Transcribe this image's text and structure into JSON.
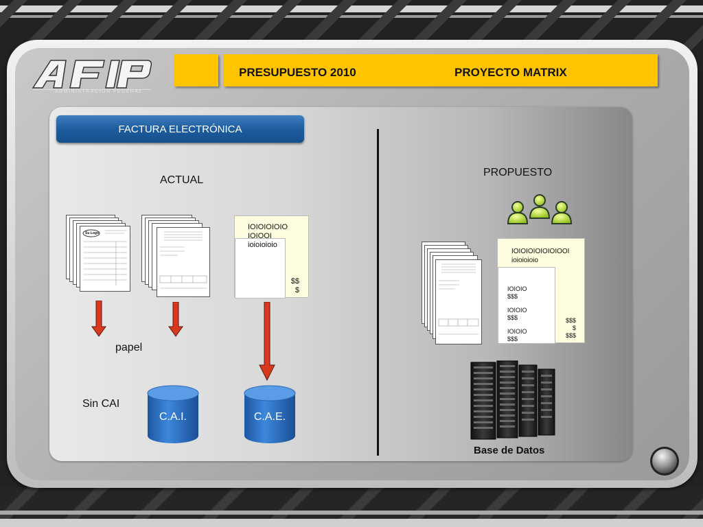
{
  "header": {
    "logo_text": "AFIP",
    "logo_subtitle": "ADMINISTRACION FEDERAL",
    "presupuesto": "PRESUPUESTO 2010",
    "proyecto": "PROYECTO MATRIX"
  },
  "tab_title": "FACTURA ELECTRÓNICA",
  "actual": {
    "label": "ACTUAL",
    "papel": "papel",
    "sin_cai": "Sin CAI",
    "cai": "C.A.I.",
    "cae": "C.A.E.",
    "doc_logo": "Su Logo",
    "electronic_doc": {
      "bits": "IOIOIOIOIO\nIOIOOI\nioioioioio",
      "amount": "$$\n$"
    }
  },
  "propuesto": {
    "label": "PROPUESTO",
    "electronic_doc": {
      "bits": "IOIOIOIOIOIOIOOI\nioioioioio",
      "rows": [
        {
          "code": "IOIOIO",
          "amount": "$$$"
        },
        {
          "code": "IOIOIO",
          "amount": "$$$"
        },
        {
          "code": "IOIOIO",
          "amount": "$$$"
        }
      ],
      "totals": "$$$\n$\n$$$"
    },
    "database_label": "Base de Datos"
  },
  "colors": {
    "accent_yellow": "#ffc400",
    "tab_blue": "#1d5c9e",
    "arrow_red": "#d9381e",
    "cylinder_blue": "#2f72c4"
  },
  "icons": [
    "afip-logo",
    "users-icon",
    "server-rack-icon",
    "database-cylinder-icon",
    "arrow-down-icon",
    "nav-button-icon"
  ]
}
